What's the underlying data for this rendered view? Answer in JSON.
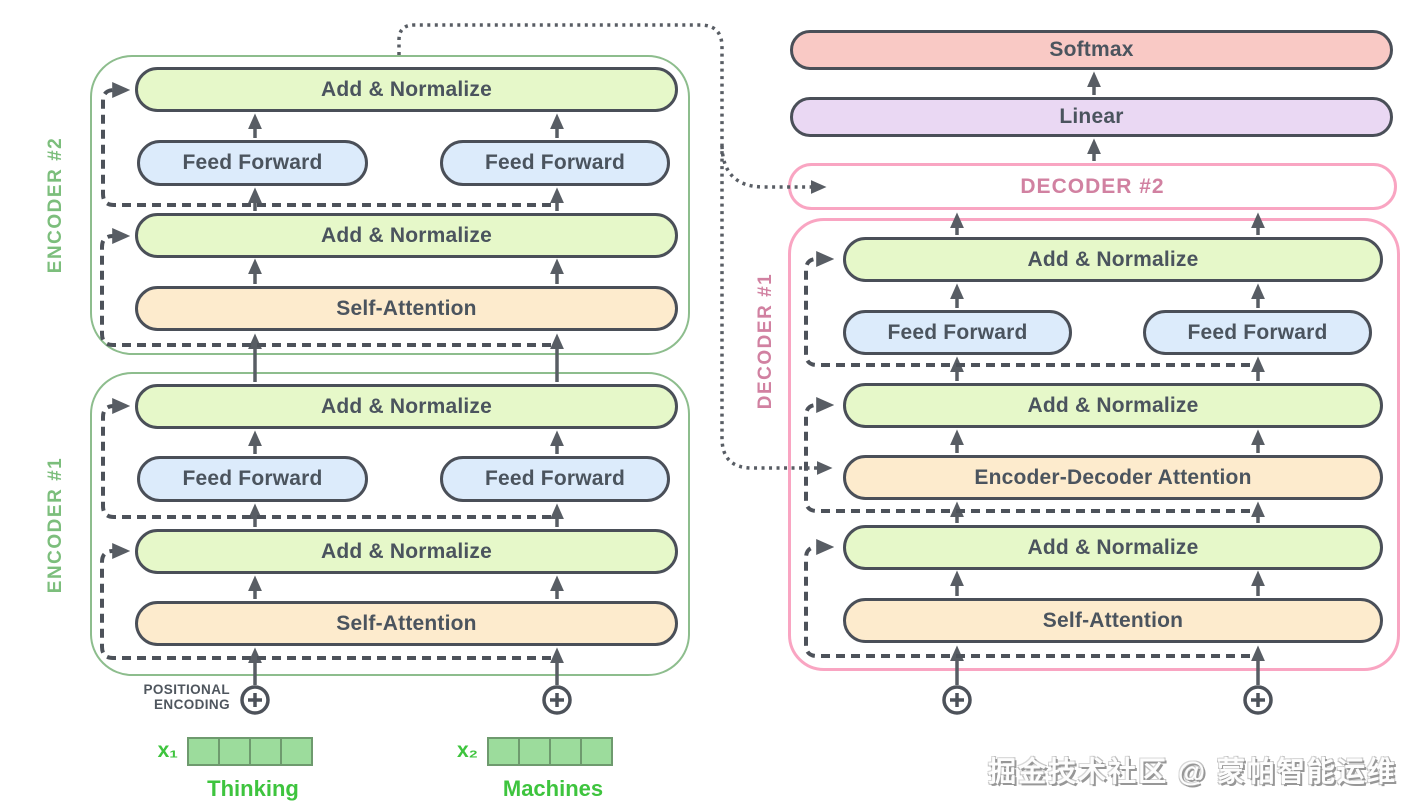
{
  "diagram": {
    "encoder2": {
      "label": "ENCODER #2",
      "add_norm_top": "Add & Normalize",
      "ff_left": "Feed Forward",
      "ff_right": "Feed Forward",
      "add_norm_mid": "Add & Normalize",
      "self_attention": "Self-Attention"
    },
    "encoder1": {
      "label": "ENCODER #1",
      "add_norm_top": "Add & Normalize",
      "ff_left": "Feed Forward",
      "ff_right": "Feed Forward",
      "add_norm_mid": "Add & Normalize",
      "self_attention": "Self-Attention"
    },
    "output_stack": {
      "softmax": "Softmax",
      "linear": "Linear",
      "decoder2": "DECODER #2"
    },
    "decoder1": {
      "label": "DECODER #1",
      "add_norm_top": "Add & Normalize",
      "ff_left": "Feed Forward",
      "ff_right": "Feed Forward",
      "add_norm_mid": "Add & Normalize",
      "enc_dec_attention": "Encoder-Decoder Attention",
      "add_norm_bot": "Add & Normalize",
      "self_attention": "Self-Attention"
    },
    "inputs": {
      "positional_line1": "POSITIONAL",
      "positional_line2": "ENCODING",
      "x1": "x₁",
      "x2": "x₂",
      "word1": "Thinking",
      "word2": "Machines"
    },
    "watermark": "掘金技术社区 @ 蒙帕智能运维",
    "colors": {
      "add_normalize_fill": "#e6f8c9",
      "attention_fill": "#fdebcd",
      "feed_forward_fill": "#dcebfb",
      "softmax_fill": "#f9c9c5",
      "linear_fill": "#ead8f3",
      "encoder_border": "#8dbd8d",
      "encoder_label": "#7cbe7c",
      "decoder_border": "#f9a5c2",
      "decoder_label": "#d181a1",
      "box_border": "#4a4f58",
      "wire": "#585d64",
      "embedding_fill": "#9cdc9c",
      "input_word_green": "#3ec43e"
    }
  }
}
